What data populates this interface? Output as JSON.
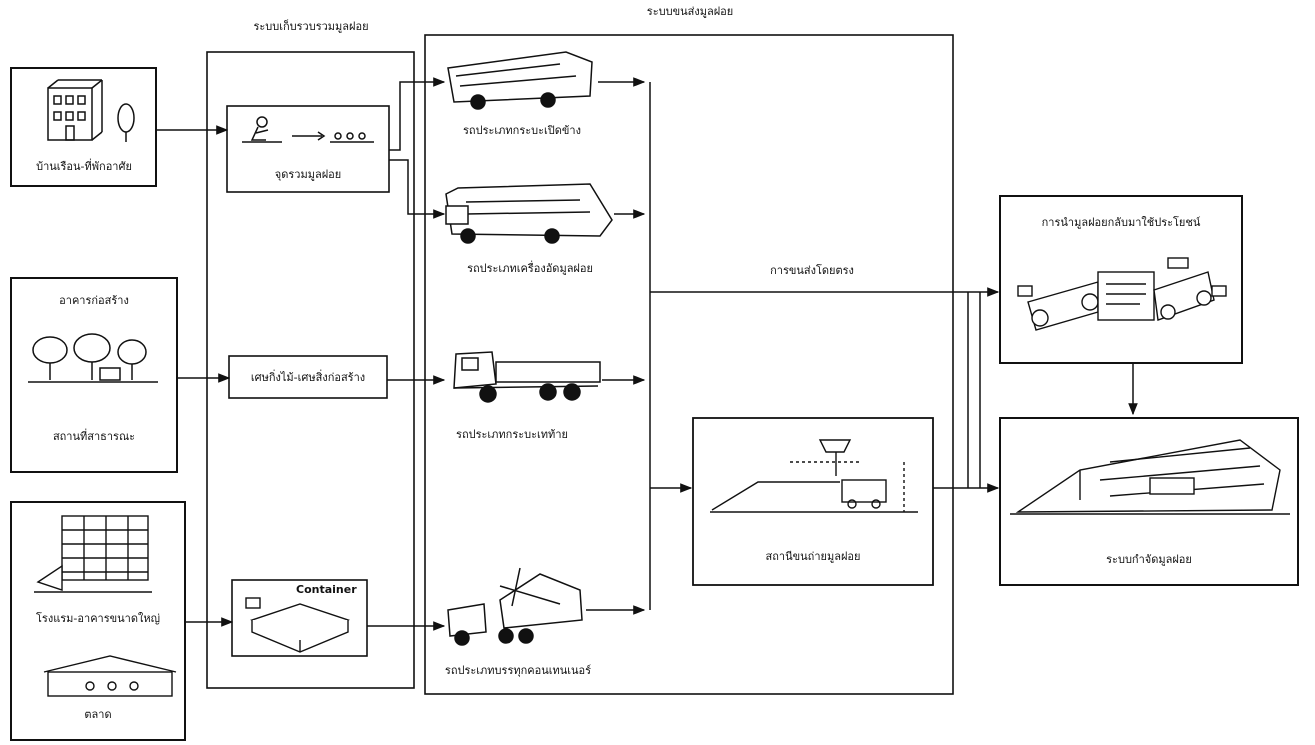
{
  "sections": {
    "collection_system": "ระบบเก็บรวบรวมมูลฝอย",
    "transport_system": "ระบบขนส่งมูลฝอย"
  },
  "sources": {
    "household": "บ้านเรือน-ที่พักอาศัย",
    "construction": "อาคารก่อสร้าง",
    "public_place": "สถานที่สาธารณะ",
    "factory_building": "โรงแรม-อาคารขนาดใหญ่",
    "market": "ตลาด"
  },
  "collection": {
    "collection_point": "จุดรวมมูลฝอย",
    "construction_waste": "เศษกิ่งไม้-เศษสิ่งก่อสร้าง",
    "container": "Container"
  },
  "vehicles": {
    "open_truck": "รถประเภทกระบะเปิดข้าง",
    "compactor_truck": "รถประเภทเครื่องอัดมูลฝอย",
    "dump_truck": "รถประเภทกระบะเทท้าย",
    "container_truck": "รถประเภทบรรทุกคอนเทนเนอร์"
  },
  "flow": {
    "direct_transport": "การขนส่งโดยตรง",
    "transfer_station": "สถานีขนถ่ายมูลฝอย",
    "recycling": "การนำมูลฝอยกลับมาใช้ประโยชน์",
    "disposal": "ระบบกำจัดมูลฝอย"
  }
}
